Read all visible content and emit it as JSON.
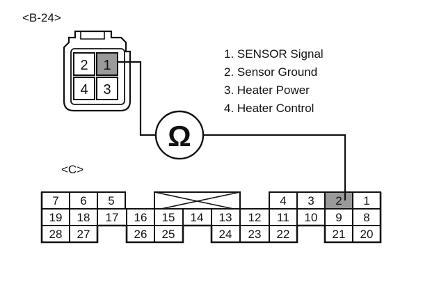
{
  "connector_b24": {
    "label": "<B-24>",
    "pins": [
      "2",
      "1",
      "4",
      "3"
    ],
    "highlighted_pin": "1"
  },
  "legend": [
    "1. SENSOR Signal",
    "2. Sensor Ground",
    "3. Heater Power",
    "4. Heater Control"
  ],
  "meter": {
    "symbol": "Ω"
  },
  "connector_c": {
    "label": "<C>",
    "highlighted_pin": "2",
    "row1": [
      "7",
      "6",
      "5",
      "4",
      "3",
      "2",
      "1"
    ],
    "row2": [
      "19",
      "18",
      "17",
      "16",
      "15",
      "14",
      "13",
      "12",
      "11",
      "10",
      "9",
      "8"
    ],
    "row3": [
      "28",
      "27",
      "26",
      "25",
      "24",
      "23",
      "22",
      "21",
      "20"
    ]
  },
  "colors": {
    "line": "#111111",
    "highlight": "#9a9a9a",
    "background": "#ffffff"
  }
}
